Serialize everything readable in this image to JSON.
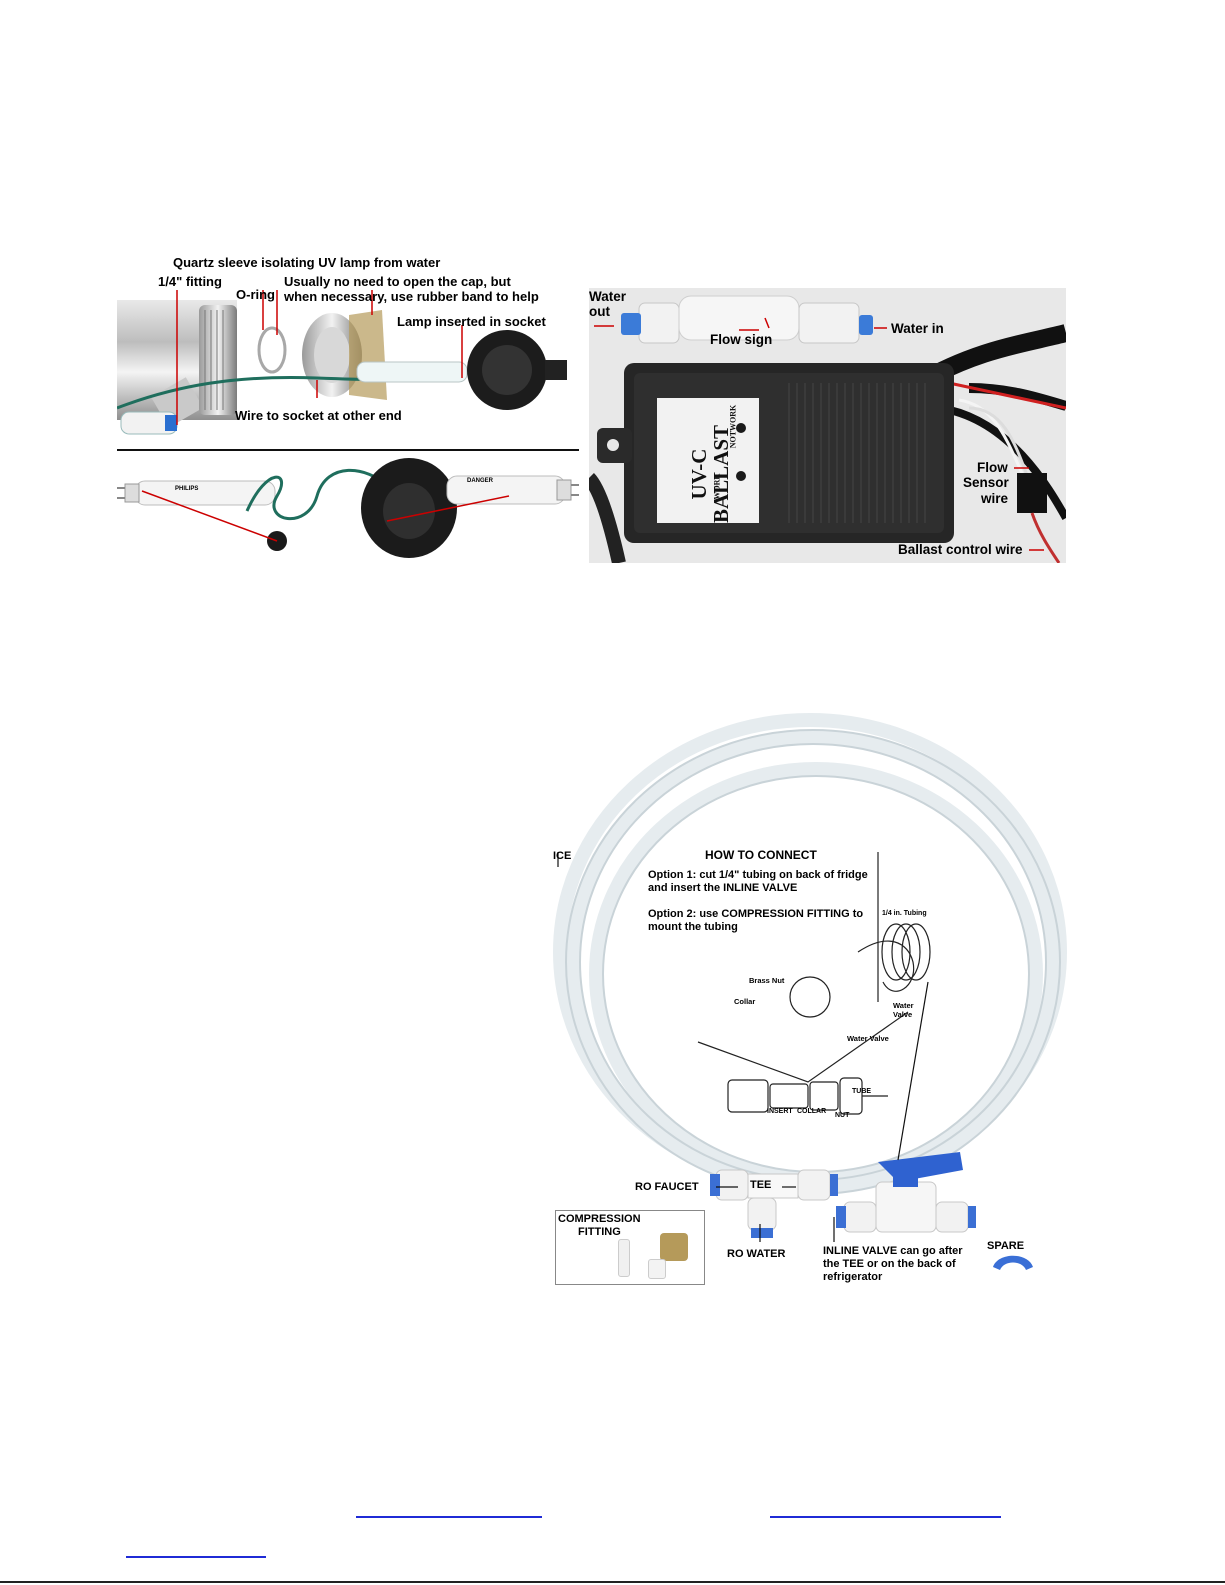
{
  "figure1": {
    "labels": {
      "quartz": "Quartz sleeve isolating UV lamp from water",
      "fitting": "1/4\" fitting",
      "oring": "O-ring",
      "cap_line1": "Usually no need to open the cap, but",
      "cap_line2": "when necessary, use rubber band to help",
      "lamp_socket": "Lamp inserted in socket",
      "wire_socket": "Wire to socket at other end"
    },
    "lamp_print": {
      "brand": "PHILIPS",
      "warning": "DANGER"
    }
  },
  "figure2": {
    "labels": {
      "water_out_1": "Water",
      "water_out_2": "out",
      "water_in": "Water in",
      "flow_sign": "Flow sign",
      "flow_1": "Flow",
      "flow_2": "Sensor",
      "flow_3": "wire",
      "ballast_control": "Ballast control wire"
    },
    "ballast_label": {
      "line1": "UV-C",
      "line2": "BALLAST",
      "work": "WORK",
      "notwork": "NOTWORK"
    }
  },
  "figure3": {
    "labels": {
      "ice": "ICE",
      "title": "HOW TO CONNECT",
      "opt1_l1": "Option 1: cut 1/4\" tubing on back of fridge",
      "opt1_l2": "and insert the INLINE VALVE",
      "opt2_l1": "Option 2: use COMPRESSION FITTING to",
      "opt2_l2": "mount the tubing",
      "tubing": "1/4 in. Tubing",
      "brass_nut": "Brass Nut",
      "collar": "Collar",
      "water_valve_1": "Water",
      "water_valve_2": "Valve",
      "water_valve_3": "Water Valve",
      "insert": "INSERT",
      "collar2": "COLLAR",
      "nut": "NUT",
      "tube": "TUBE",
      "ro_faucet": "RO FAUCET",
      "tee": "TEE",
      "ro_water": "RO WATER",
      "comp_1": "COMPRESSION",
      "comp_2": "FITTING",
      "inline_1": "INLINE VALVE can go after",
      "inline_2": "the TEE or on the back of",
      "inline_3": "refrigerator",
      "spare": "SPARE"
    }
  }
}
